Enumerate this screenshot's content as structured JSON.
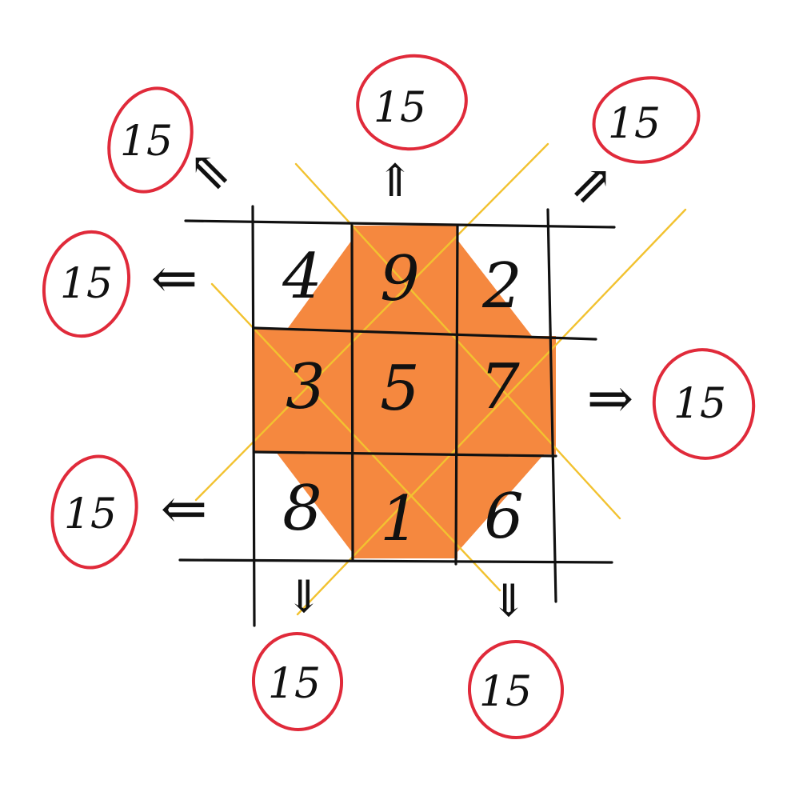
{
  "colors": {
    "ink": "#111111",
    "highlight": "#f5883f",
    "diagonal_lines": "#f2c230",
    "sum_circle": "#e02a3a"
  },
  "grid": {
    "cells": [
      {
        "value": "4",
        "highlighted": false
      },
      {
        "value": "9",
        "highlighted": true
      },
      {
        "value": "2",
        "highlighted": false
      },
      {
        "value": "3",
        "highlighted": true
      },
      {
        "value": "5",
        "highlighted": true
      },
      {
        "value": "7",
        "highlighted": true
      },
      {
        "value": "8",
        "highlighted": false
      },
      {
        "value": "1",
        "highlighted": true
      },
      {
        "value": "6",
        "highlighted": false
      }
    ]
  },
  "sums": [
    {
      "direction": "diagonal-up-left",
      "arrow": "⇖",
      "label": "15"
    },
    {
      "direction": "up",
      "arrow": "⇑",
      "label": "15"
    },
    {
      "direction": "diagonal-up-right",
      "arrow": "⇗",
      "label": "15"
    },
    {
      "direction": "left-row-1",
      "arrow": "⇐",
      "label": "15"
    },
    {
      "direction": "right-row-2",
      "arrow": "⇒",
      "label": "15"
    },
    {
      "direction": "left-row-3",
      "arrow": "⇐",
      "label": "15"
    },
    {
      "direction": "down-left",
      "arrow": "⇓",
      "label": "15"
    },
    {
      "direction": "down-right",
      "arrow": "⇓",
      "label": "15"
    }
  ]
}
